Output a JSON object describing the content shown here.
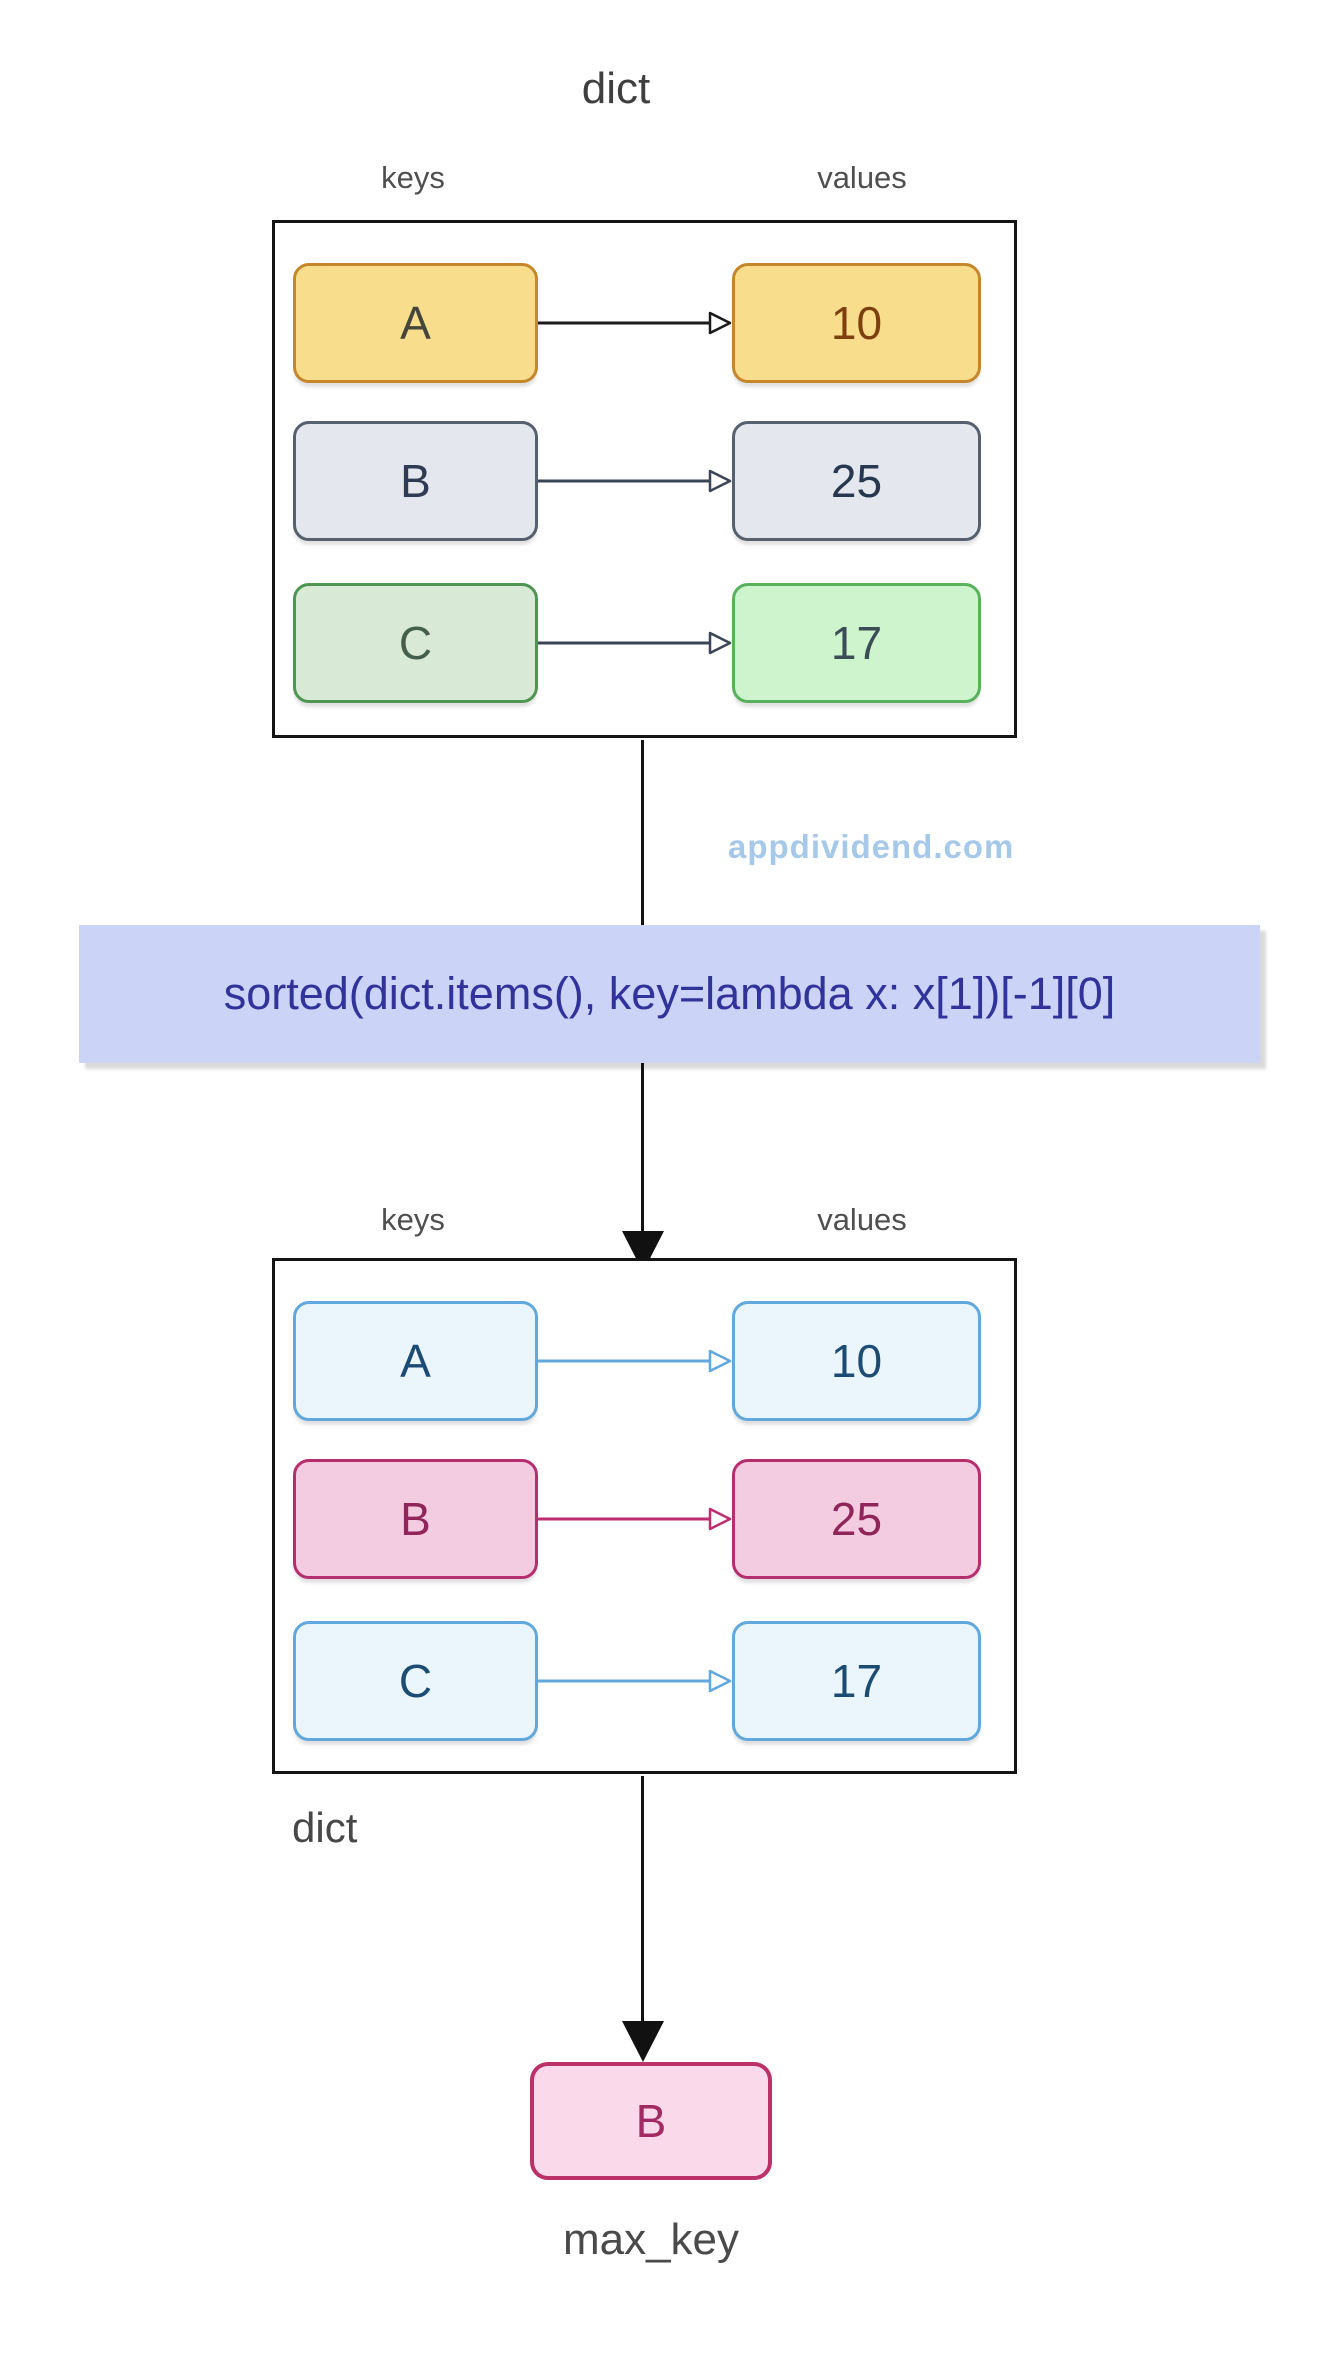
{
  "top_dict": {
    "title": "dict",
    "keys_label": "keys",
    "values_label": "values",
    "rows": [
      {
        "key": "A",
        "value": "10",
        "variant": "yellow"
      },
      {
        "key": "B",
        "value": "25",
        "variant": "gray"
      },
      {
        "key": "C",
        "value": "17",
        "variant": "green"
      }
    ]
  },
  "watermark": "appdividend.com",
  "code": "sorted(dict.items(), key=lambda x: x[1])[-1][0]",
  "bottom_dict": {
    "keys_label": "keys",
    "values_label": "values",
    "caption": "dict",
    "rows": [
      {
        "key": "A",
        "value": "10",
        "variant": "blue"
      },
      {
        "key": "B",
        "value": "25",
        "variant": "pink"
      },
      {
        "key": "C",
        "value": "17",
        "variant": "blue"
      }
    ]
  },
  "result": {
    "value": "B",
    "caption": "max_key"
  },
  "palette": {
    "yellow_fill": "#F8DE8C",
    "yellow_border": "#C6872A",
    "yellow_value_text": "#7E3F10",
    "gray_fill": "#E4E8EE",
    "gray_border": "#56606F",
    "gray_text": "#2E3B52",
    "green_key_fill": "#D8EAD6",
    "green_key_border": "#4F9653",
    "green_value_fill": "#CDF4CD",
    "green_value_border": "#58B25C",
    "blue_fill": "#EBF5FC",
    "blue_border": "#60A8DD",
    "blue_text": "#1C4B73",
    "pink_fill": "#F4CCE2",
    "pink_border": "#B72E6F",
    "pink_text": "#8F2559",
    "result_fill": "#F9D9EA",
    "result_border": "#BB3269",
    "result_text": "#A12B62",
    "code_bg": "#CBD3F7",
    "code_text": "#32329B",
    "watermark_text": "#A6C9EA",
    "outline_black": "#141414"
  }
}
